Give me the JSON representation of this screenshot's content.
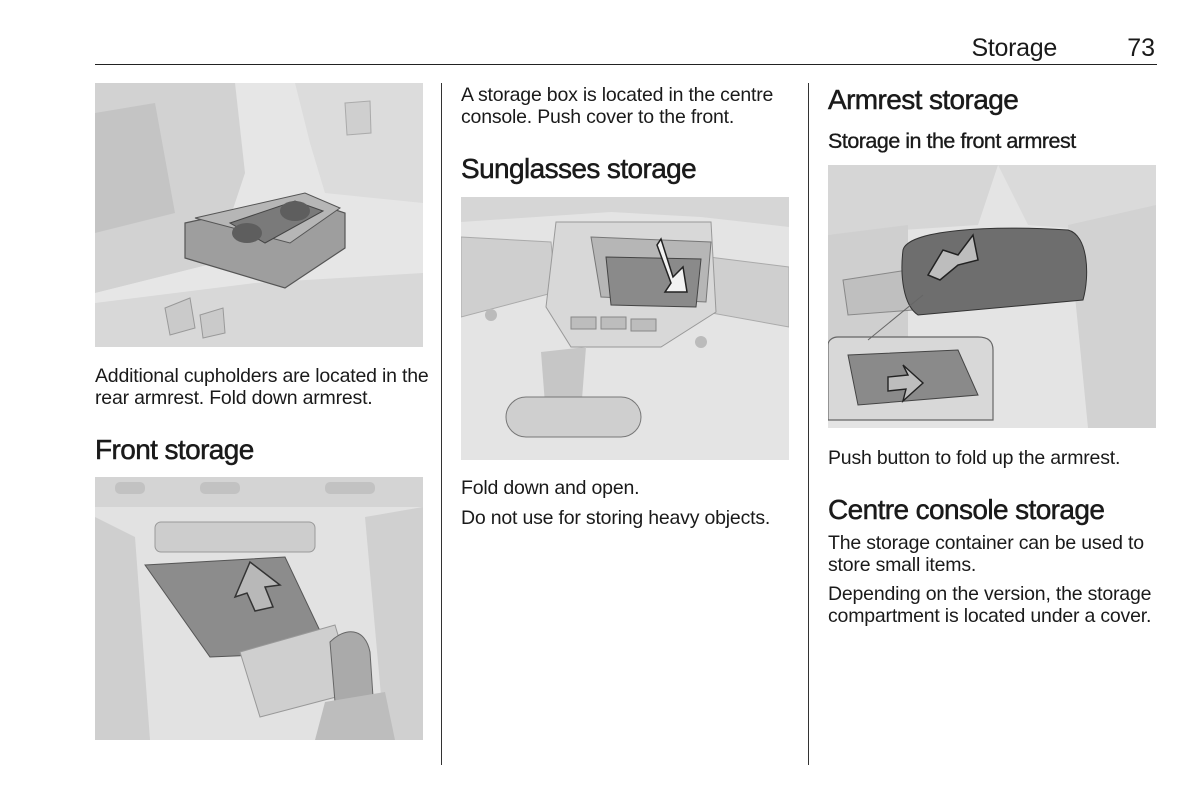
{
  "header": {
    "section": "Storage",
    "page_number": "73"
  },
  "col1": {
    "caption": "Additional cupholders are located in the rear armrest. Fold down armrest.",
    "heading": "Front storage"
  },
  "col2": {
    "intro": "A storage box is located in the centre console. Push cover to the front.",
    "heading": "Sunglasses storage",
    "para1": "Fold down and open.",
    "para2": "Do not use for storing heavy objects."
  },
  "col3": {
    "heading": "Armrest storage",
    "subheading": "Storage in the front armrest",
    "caption": "Push button to fold up the armrest.",
    "heading2": "Centre console storage",
    "para1": "The storage container can be used to store small items.",
    "para2": "Depending on the version, the storage compartment is located under a cover."
  }
}
